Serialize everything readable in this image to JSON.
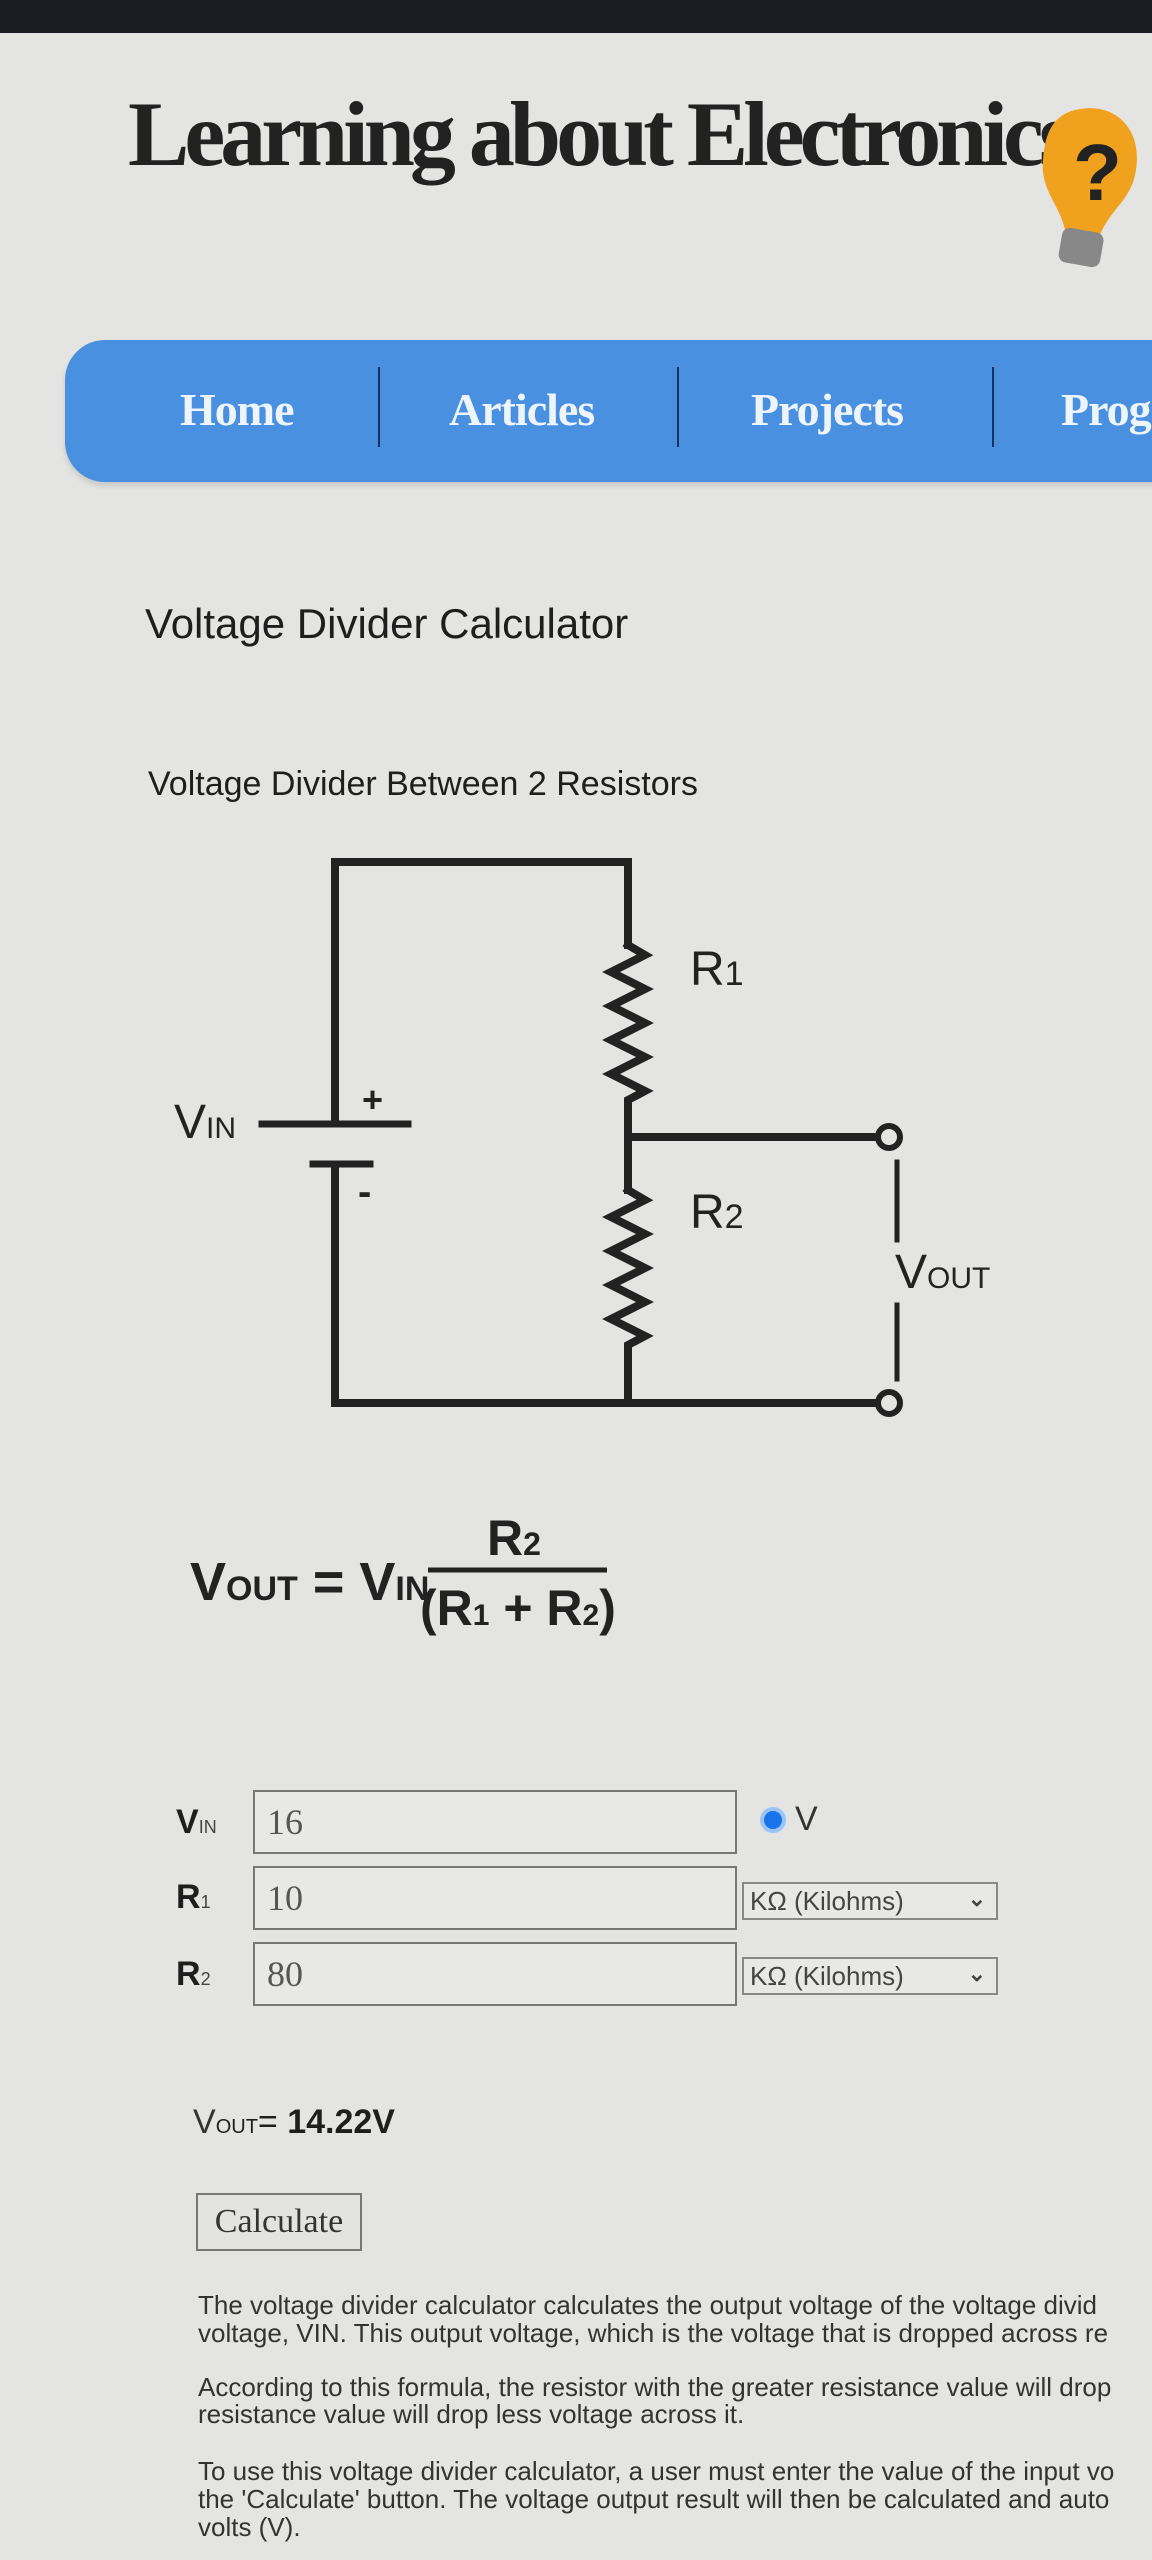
{
  "site": {
    "title": "Learning about Electronics",
    "logo_icon": "lightbulb-question-icon"
  },
  "nav": {
    "items": [
      {
        "label": "Home"
      },
      {
        "label": "Articles"
      },
      {
        "label": "Projects"
      },
      {
        "label": "Prog"
      }
    ],
    "color": "#4a90e0"
  },
  "page": {
    "title": "Voltage Divider Calculator",
    "subtitle": "Voltage Divider Between 2 Resistors"
  },
  "diagram": {
    "vin": "V",
    "vin_sub": "IN",
    "plus": "+",
    "minus": "-",
    "r1": "R",
    "r1_sub": "1",
    "r2": "R",
    "r2_sub": "2",
    "vout": "V",
    "vout_sub": "OUT"
  },
  "formula": {
    "lhs": "V",
    "lhs_sub": "OUT",
    "eq": " = V",
    "rhs_sub": "IN",
    "numerator": "R",
    "numerator_sub": "2",
    "denominator_open": "(R",
    "denominator_sub1": "1",
    "denominator_mid": " + R",
    "denominator_sub2": "2",
    "denominator_close": ")"
  },
  "form": {
    "vin": {
      "label": "V",
      "label_sub": "IN",
      "value": "16",
      "unit": "V"
    },
    "r1": {
      "label": "R",
      "label_sub": "1",
      "value": "10",
      "unit": "KΩ (Kilohms)"
    },
    "r2": {
      "label": "R",
      "label_sub": "2",
      "value": "80",
      "unit": "KΩ (Kilohms)"
    },
    "result": {
      "label": "V",
      "label_sub": "OUT",
      "eq": "=",
      "value": "14.22V"
    },
    "calculate_label": "Calculate"
  },
  "description": {
    "lines": [
      "The voltage divider calculator calculates the output voltage of the voltage divid",
      "voltage, VIN. This output voltage, which is the voltage that is dropped across re",
      "According to this formula, the resistor with the greater resistance value will drop",
      "resistance value will drop less voltage across it.",
      "To use this voltage divider calculator, a user must enter the value of the input vo",
      "the 'Calculate' button. The voltage output result will then be calculated and auto",
      "volts (V)."
    ]
  }
}
